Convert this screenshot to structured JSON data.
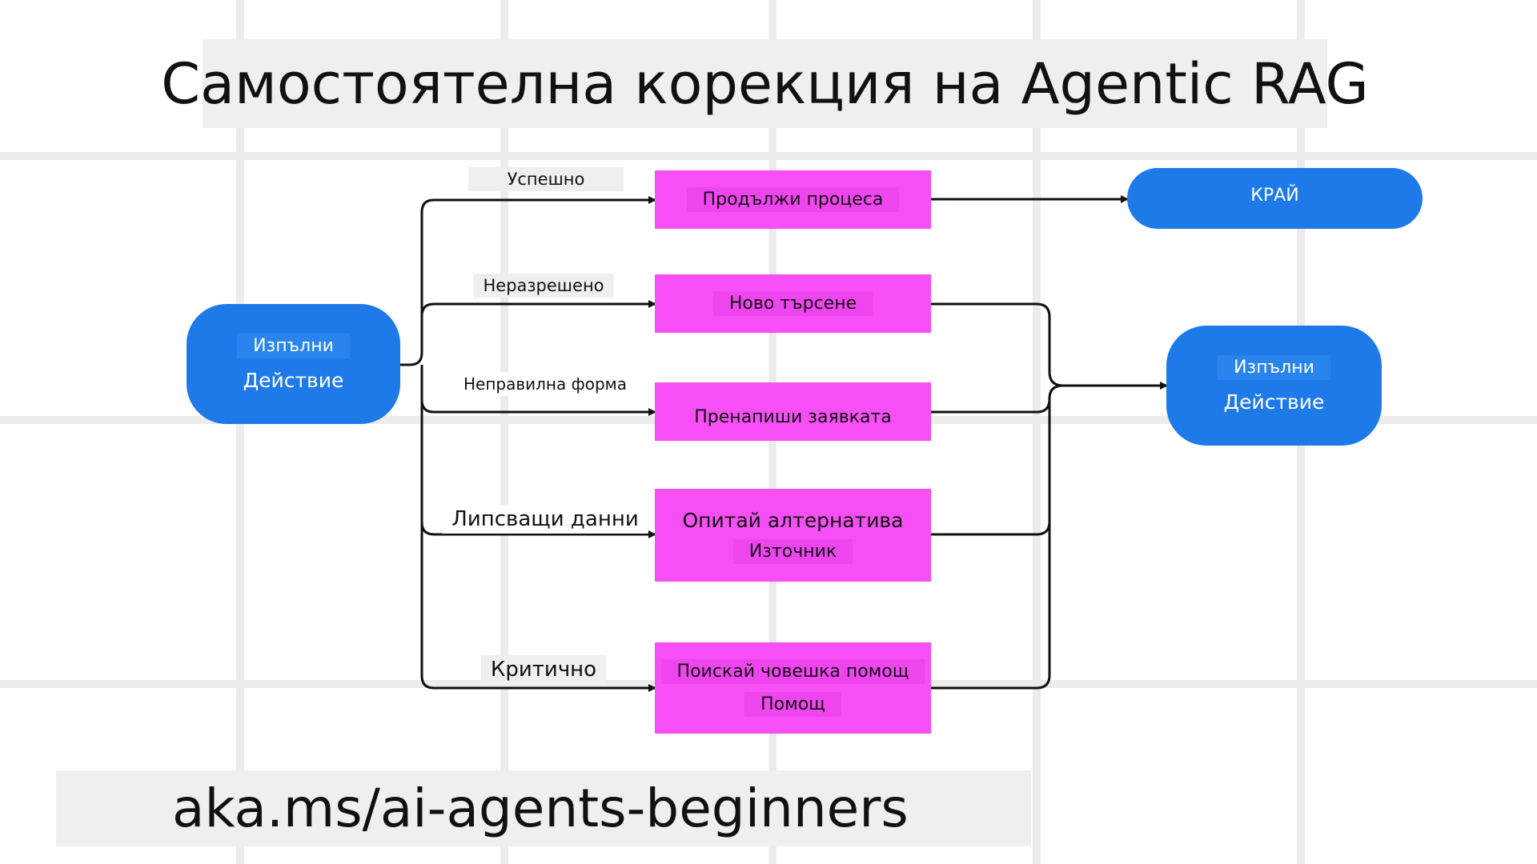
{
  "title": "Самостоятелна корекция на Agentic RAG",
  "footer": "aka.ms/ai-agents-beginners",
  "colors": {
    "action_node": "#1f7ae9",
    "step_node": "#f54ff5",
    "edge": "#111111",
    "grid": "#ececec"
  },
  "nodes": {
    "start": {
      "line1": "Изпълни",
      "line2": "Действие"
    },
    "continue": {
      "label": "Продължи процеса"
    },
    "end": {
      "label": "КРАЙ"
    },
    "new_search": {
      "label": "Ново търсене"
    },
    "rewrite": {
      "label": "Пренапиши заявката"
    },
    "alternative": {
      "line1": "Опитай алтернатива",
      "line2": "Източник"
    },
    "human": {
      "line1": "Поискай човешка помощ",
      "line2": "Помощ"
    },
    "retry": {
      "line1": "Изпълни",
      "line2": "Действие"
    }
  },
  "edges": {
    "success": "Успешно",
    "unauthorized": "Неразрешено",
    "malformed": "Неправилна форма",
    "missing_data": "Липсващи данни",
    "critical": "Критично"
  }
}
